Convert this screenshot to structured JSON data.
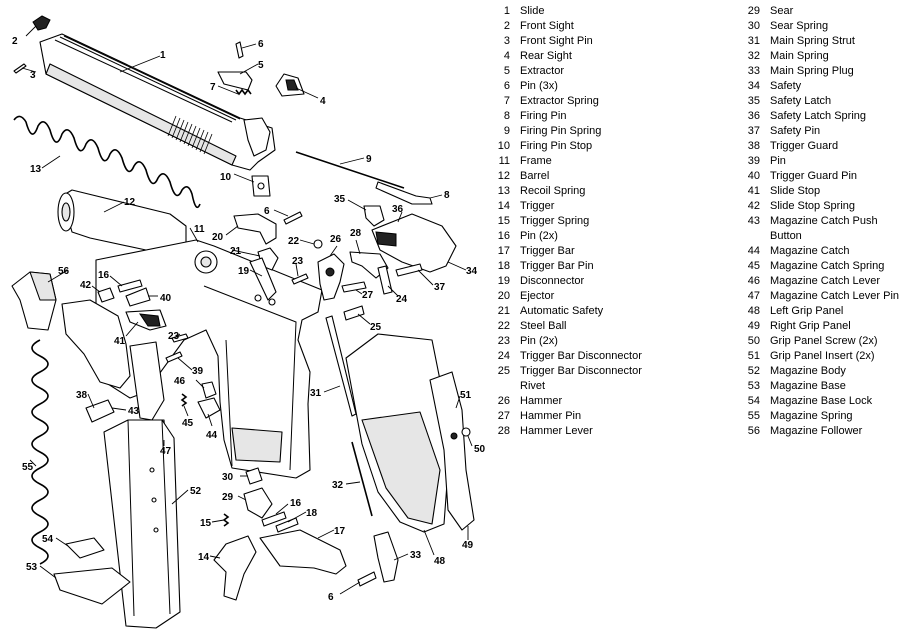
{
  "parts": [
    {
      "num": "1",
      "name": "Slide"
    },
    {
      "num": "2",
      "name": "Front Sight"
    },
    {
      "num": "3",
      "name": "Front Sight Pin"
    },
    {
      "num": "4",
      "name": "Rear Sight"
    },
    {
      "num": "5",
      "name": "Extractor"
    },
    {
      "num": "6",
      "name": "Pin (3x)"
    },
    {
      "num": "7",
      "name": "Extractor Spring"
    },
    {
      "num": "8",
      "name": "Firing Pin"
    },
    {
      "num": "9",
      "name": "Firing Pin Spring"
    },
    {
      "num": "10",
      "name": "Firing Pin Stop"
    },
    {
      "num": "11",
      "name": "Frame"
    },
    {
      "num": "12",
      "name": "Barrel"
    },
    {
      "num": "13",
      "name": "Recoil Spring"
    },
    {
      "num": "14",
      "name": "Trigger"
    },
    {
      "num": "15",
      "name": "Trigger Spring"
    },
    {
      "num": "16",
      "name": "Pin (2x)"
    },
    {
      "num": "17",
      "name": "Trigger Bar"
    },
    {
      "num": "18",
      "name": "Trigger Bar Pin"
    },
    {
      "num": "19",
      "name": "Disconnector"
    },
    {
      "num": "20",
      "name": "Ejector"
    },
    {
      "num": "21",
      "name": "Automatic Safety"
    },
    {
      "num": "22",
      "name": "Steel Ball"
    },
    {
      "num": "23",
      "name": "Pin (2x)"
    },
    {
      "num": "24",
      "name": "Trigger Bar Disconnector"
    },
    {
      "num": "25",
      "name": "Trigger Bar Disconnector",
      "cont": "Rivet"
    },
    {
      "num": "26",
      "name": "Hammer"
    },
    {
      "num": "27",
      "name": "Hammer Pin"
    },
    {
      "num": "28",
      "name": "Hammer Lever"
    },
    {
      "num": "29",
      "name": "Sear"
    },
    {
      "num": "30",
      "name": "Sear Spring"
    },
    {
      "num": "31",
      "name": "Main Spring Strut"
    },
    {
      "num": "32",
      "name": "Main Spring"
    },
    {
      "num": "33",
      "name": "Main Spring Plug"
    },
    {
      "num": "34",
      "name": "Safety"
    },
    {
      "num": "35",
      "name": "Safety Latch"
    },
    {
      "num": "36",
      "name": "Safety Latch Spring"
    },
    {
      "num": "37",
      "name": "Safety Pin"
    },
    {
      "num": "38",
      "name": "Trigger Guard"
    },
    {
      "num": "39",
      "name": "Pin"
    },
    {
      "num": "40",
      "name": "Trigger Guard Pin"
    },
    {
      "num": "41",
      "name": "Slide Stop"
    },
    {
      "num": "42",
      "name": "Slide Stop Spring"
    },
    {
      "num": "43",
      "name": "Magazine Catch Push",
      "cont": "Button"
    },
    {
      "num": "44",
      "name": "Magazine Catch"
    },
    {
      "num": "45",
      "name": "Magazine Catch Spring"
    },
    {
      "num": "46",
      "name": "Magazine Catch Lever"
    },
    {
      "num": "47",
      "name": "Magazine Catch Lever Pin"
    },
    {
      "num": "48",
      "name": "Left Grip Panel"
    },
    {
      "num": "49",
      "name": "Right Grip Panel"
    },
    {
      "num": "50",
      "name": "Grip Panel Screw (2x)"
    },
    {
      "num": "51",
      "name": "Grip Panel Insert (2x)"
    },
    {
      "num": "52",
      "name": "Magazine Body"
    },
    {
      "num": "53",
      "name": "Magazine Base"
    },
    {
      "num": "54",
      "name": "Magazine Base Lock"
    },
    {
      "num": "55",
      "name": "Magazine Spring"
    },
    {
      "num": "56",
      "name": "Magazine Follower"
    }
  ],
  "callouts": [
    "1",
    "2",
    "3",
    "4",
    "5",
    "6",
    "7",
    "9",
    "8",
    "10",
    "11",
    "12",
    "13",
    "6",
    "20",
    "21",
    "22",
    "26",
    "28",
    "35",
    "36",
    "34",
    "37",
    "24",
    "27",
    "25",
    "19",
    "23",
    "56",
    "16",
    "42",
    "40",
    "41",
    "23",
    "39",
    "46",
    "45",
    "44",
    "38",
    "43",
    "47",
    "55",
    "31",
    "32",
    "30",
    "29",
    "16",
    "18",
    "15",
    "17",
    "14",
    "6",
    "52",
    "54",
    "53",
    "48",
    "49",
    "50",
    "51",
    "33"
  ]
}
